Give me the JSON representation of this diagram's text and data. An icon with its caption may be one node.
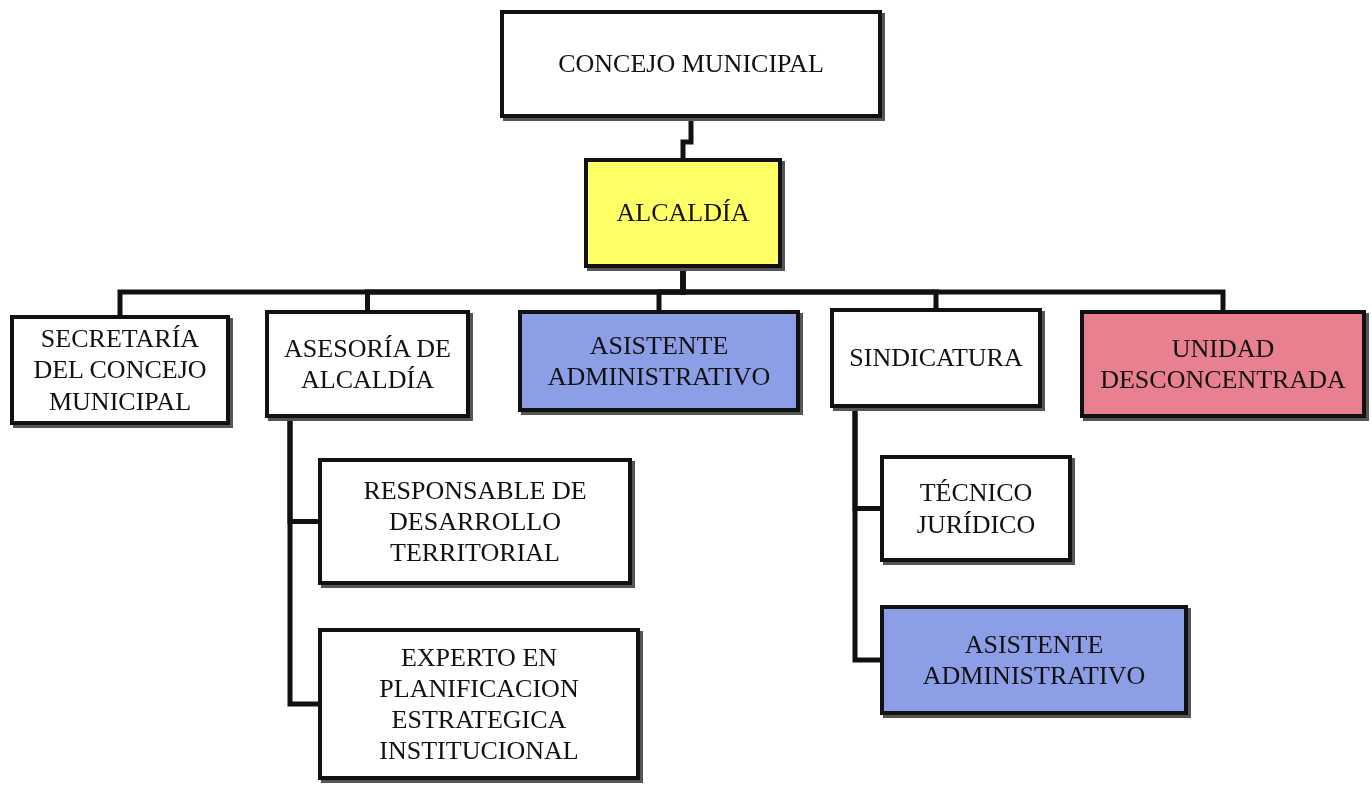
{
  "diagram": {
    "nodes": [
      {
        "text": [
          "CONCEJO MUNICIPAL"
        ]
      },
      {
        "text": [
          "ALCALDÍA"
        ]
      },
      {
        "text": [
          "SECRETARÍA DEL CONCEJO MUNICIPAL"
        ]
      },
      {
        "text": [
          "ASESORÍA DE ALCALDÍA"
        ]
      },
      {
        "text": [
          "ASISTENTE ADMINISTRATIVO"
        ]
      },
      {
        "text": [
          "SINDICATURA"
        ]
      },
      {
        "text": [
          "UNIDAD DESCONCENTRADA"
        ]
      },
      {
        "text": [
          "RESPONSABLE DE DESARROLLO TERRITORIAL"
        ]
      },
      {
        "text": [
          "EXPERTO EN PLANIFICACION ESTRATEGICA INSTITUCIONAL"
        ]
      },
      {
        "text": [
          "TÉCNICO JURÍDICO"
        ]
      },
      {
        "text": [
          "ASISTENTE ADMINISTRATIVO"
        ]
      }
    ],
    "edges": [
      {
        "from": 0,
        "to": 1,
        "arrow": "none"
      },
      {
        "from": 1,
        "to": 2,
        "arrow": "none"
      },
      {
        "from": 1,
        "to": 3,
        "arrow": "none"
      },
      {
        "from": 1,
        "to": 4,
        "arrow": "none"
      },
      {
        "from": 1,
        "to": 5,
        "arrow": "none"
      },
      {
        "from": 1,
        "to": 6,
        "arrow": "none"
      },
      {
        "from": 3,
        "to": 7,
        "arrow": "none"
      },
      {
        "from": 3,
        "to": 8,
        "arrow": "none"
      },
      {
        "from": 5,
        "to": 9,
        "arrow": "none"
      },
      {
        "from": 5,
        "to": 10,
        "arrow": "none"
      }
    ]
  }
}
